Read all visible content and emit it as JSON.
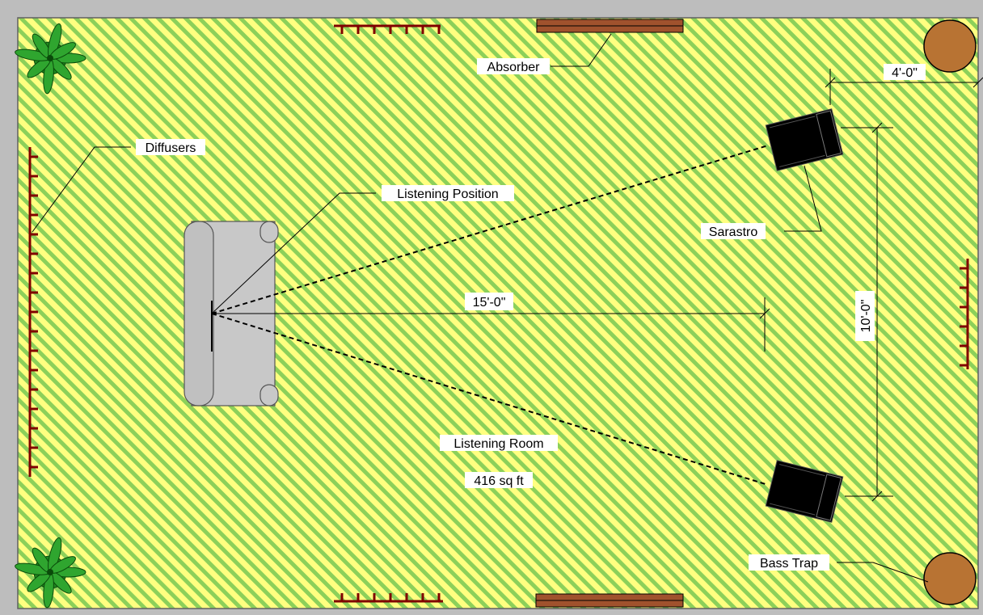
{
  "room": {
    "name": "Listening Room",
    "area": "416 sq ft",
    "floor_color": "#ffff80",
    "hatch_color": "#8cd05a",
    "border_color": "#808080"
  },
  "labels": {
    "absorber": "Absorber",
    "diffusers": "Diffusers",
    "listening_position": "Listening Position",
    "speaker": "Sarastro",
    "bass_trap": "Bass Trap"
  },
  "dimensions": {
    "listening_distance": "15'-0\"",
    "speaker_spacing": "10'-0\"",
    "side_wall_distance": "4'-0\""
  },
  "colors": {
    "diffuser": "#800000",
    "absorber": "#a0522d",
    "bass_trap": "#b87333",
    "speaker": "#000000",
    "couch": "#c0c0c0",
    "plant": "#1f8a1f"
  },
  "icons": [
    "plant-icon",
    "couch-icon",
    "speaker-icon",
    "bass-trap-icon",
    "absorber-panel",
    "diffuser-panel"
  ]
}
